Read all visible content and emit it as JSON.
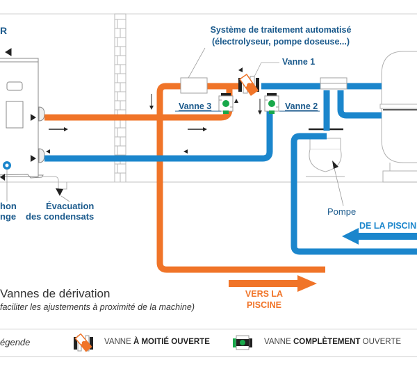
{
  "colors": {
    "hot_pipe": "#f07428",
    "cold_pipe": "#1b86cc",
    "label_text": "#1b5a8c",
    "valve_green": "#18a84a",
    "outline": "#9a9a9a"
  },
  "labels": {
    "machine_partial": "R",
    "treatment_line1": "Système de traitement automatisé",
    "treatment_line2": "(électrolyseur,  pompe doseuse...)",
    "valve1": "Vanne 1",
    "valve2": "Vanne 2",
    "valve3": "Vanne 3",
    "siphon_line1": "hon",
    "siphon_line2": "nge",
    "condensate_line1": "Évacuation",
    "condensate_line2": "des condensats",
    "pump": "Pompe",
    "from_pool": "DE LA PISCINE",
    "to_pool_line1": "VERS LA",
    "to_pool_line2": "PISCINE"
  },
  "caption": {
    "title": "Vannes de dérivation",
    "subtitle": "faciliter les ajustements à proximité de la machine)"
  },
  "legend": {
    "title": "égende",
    "items": [
      {
        "icon": "half-open-valve-icon",
        "prefix": "VANNE ",
        "bold": "À MOITIÉ OUVERTE",
        "suffix": ""
      },
      {
        "icon": "fully-open-valve-icon",
        "prefix": "VANNE ",
        "bold": "COMPLÈTEMENT",
        "suffix": " OUVERTE"
      }
    ]
  }
}
